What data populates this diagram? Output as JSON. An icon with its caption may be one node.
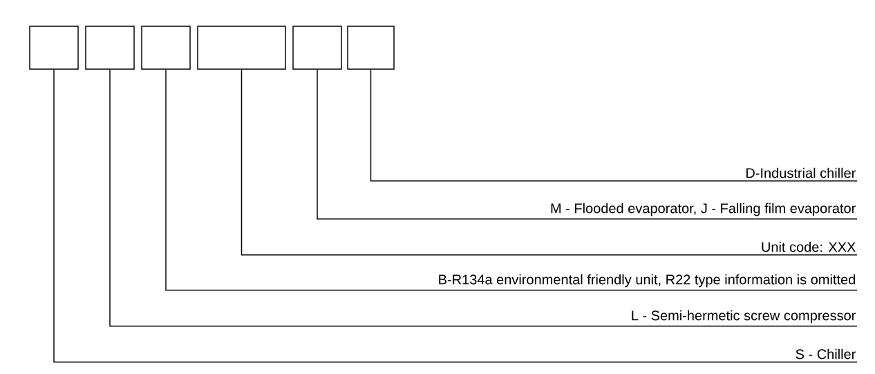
{
  "diagram": {
    "nodes": [
      {
        "text": [],
        "shape": "box"
      },
      {
        "text": [],
        "shape": "box"
      },
      {
        "text": [],
        "shape": "box"
      },
      {
        "text": [],
        "shape": "box"
      },
      {
        "text": [],
        "shape": "box"
      },
      {
        "text": [],
        "shape": "box"
      },
      {
        "text": [
          "D-Industrial chiller"
        ]
      },
      {
        "text": [
          "M - Flooded evaporator, J - Falling film evaporator"
        ]
      },
      {
        "text": [
          "Unit code: XXX"
        ]
      },
      {
        "text": [
          "B-R134a environmental friendly unit, R22 type information is omitted"
        ]
      },
      {
        "text": [
          "L - Semi-hermetic screw compressor"
        ]
      },
      {
        "text": [
          "S - Chiller"
        ]
      }
    ],
    "edges": [
      {
        "from": 5,
        "to": 6,
        "arrow": "none"
      },
      {
        "from": 4,
        "to": 7,
        "arrow": "none"
      },
      {
        "from": 3,
        "to": 8,
        "arrow": "none"
      },
      {
        "from": 2,
        "to": 9,
        "arrow": "none"
      },
      {
        "from": 1,
        "to": 10,
        "arrow": "none"
      },
      {
        "from": 0,
        "to": 11,
        "arrow": "none"
      }
    ]
  }
}
